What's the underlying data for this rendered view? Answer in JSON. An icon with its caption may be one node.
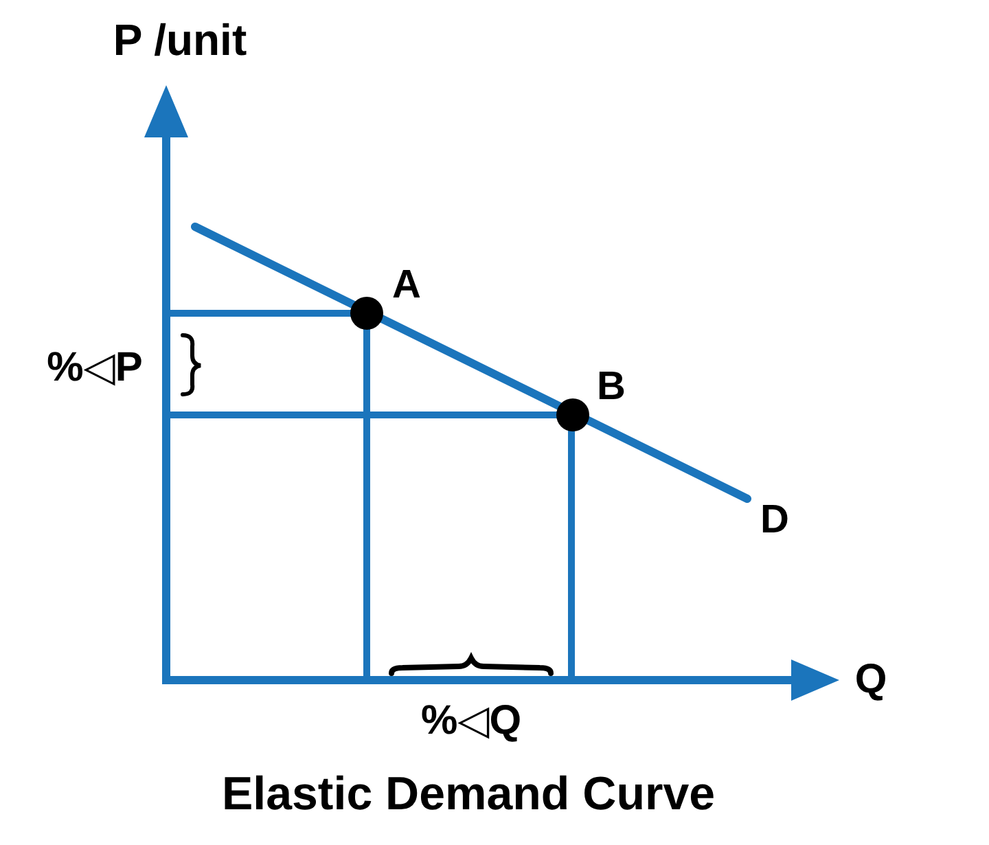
{
  "diagram": {
    "caption": "Elastic Demand Curve",
    "labels": [
      "P /unit",
      "A",
      "%◁P",
      "B",
      "D",
      "Q",
      "%◁Q"
    ]
  }
}
